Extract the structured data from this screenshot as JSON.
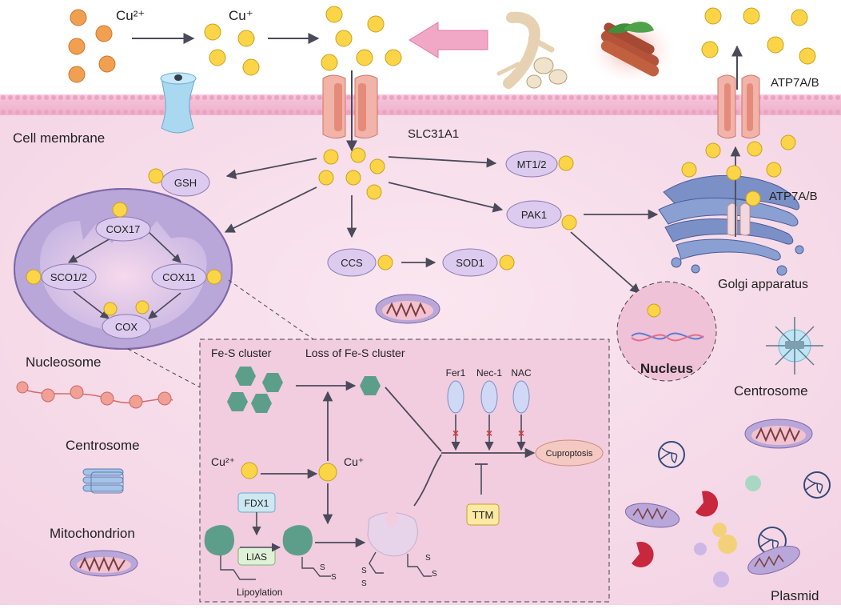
{
  "labels": {
    "cu2_top": "Cu²⁺",
    "cu1_top": "Cu⁺",
    "atp7ab_top": "ATP7A/B",
    "atp7ab_golgi": "ATP7A/B",
    "cell_membrane": "Cell membrane",
    "slc31a1": "SLC31A1",
    "golgi_apparatus": "Golgi apparatus",
    "nucleosome": "Nucleosome",
    "centrosome_left": "Centrosome",
    "centrosome_right": "Centrosome",
    "mitochondrion": "Mitochondrion",
    "nucleus": "Nucleus",
    "plasmid": "Plasmid"
  },
  "proteins": {
    "gsh": "GSH",
    "mt12": "MT1/2",
    "pak1": "PAK1",
    "ccs": "CCS",
    "sod1": "SOD1",
    "cox17": "COX17",
    "sco12": "SCO1/2",
    "cox11": "COX11",
    "cox": "COX"
  },
  "inset": {
    "fes_cluster": "Fe-S cluster",
    "loss_fes": "Loss of Fe-S cluster",
    "fer1": "Fer1",
    "nec1": "Nec-1",
    "nac": "NAC",
    "cu2": "Cu²⁺",
    "cu1": "Cu⁺",
    "cuproptosis": "Cuproptosis",
    "fdx1": "FDX1",
    "lias": "LIAS",
    "ttm": "TTM",
    "lipoylation": "Lipoylation",
    "s": "S"
  },
  "colors": {
    "cell_bg": "#f7dcea",
    "membrane": "#f3b9d2",
    "copper_ion": "#fbd448",
    "cu2_ion": "#f0a050",
    "protein_fill": "#dccbef",
    "mito_fill": "#b9a7d9",
    "inset_bg": "#f1cddf",
    "fes": "#5d9e8a",
    "inhibit": "#d63b3b"
  }
}
